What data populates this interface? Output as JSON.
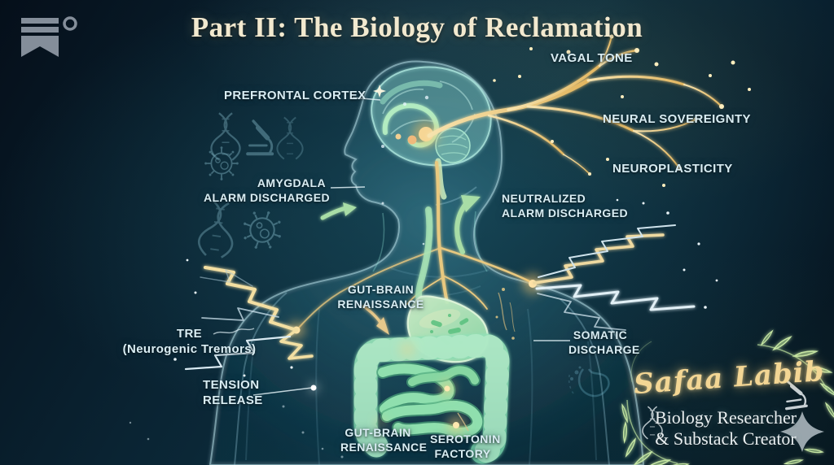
{
  "header": {
    "title": "Part II: The Biology of Reclamation"
  },
  "labels": {
    "prefrontal_cortex": "PREFRONTAL CORTEX",
    "amygdala_l1": "AMYGDALA",
    "amygdala_l2": "ALARM DISCHARGED",
    "vagal_tone": "VAGAL TONE",
    "neural_sovereignty": "NEURAL SOVEREIGNTY",
    "neuroplasticity": "NEUROPLASTICITY",
    "neutralized_l1": "NEUTRALIZED",
    "neutralized_l2": "ALARM DISCHARGED",
    "gut_brain_mid_l1": "GUT-BRAIN",
    "gut_brain_mid_l2": "RENAISSANCE",
    "tre_l1": "TRE",
    "tre_l2": "(Neurogenic Tremors)",
    "tension_l1": "TENSION",
    "tension_l2": "RELEASE",
    "somatic_l1": "SOMATIC",
    "somatic_l2": "DISCHARGE",
    "gut_brain_bottom_l1": "GUT-BRAIN",
    "gut_brain_bottom_l2": "RENAISSANCE",
    "serotonin_l1": "SEROTONIN",
    "serotonin_l2": "FACTORY"
  },
  "signature": {
    "name": "Safaa Labib",
    "role_l1": "Biology Researcher",
    "role_l2": "& Substack Creator"
  },
  "icons": {
    "bookmark": "bookmark-ribbon-icon",
    "dna": "dna-helix-icon",
    "microscope": "microscope-icon",
    "virus": "virus-cell-icon",
    "stomach": "stomach-icon",
    "laurel": "laurel-wreath-icon",
    "sparkle": "sparkle-diamond-icon"
  },
  "colors": {
    "background": "#0a2130",
    "accent_gold": "#f0d087",
    "accent_teal": "#8fdcae",
    "label_text": "#d9edf3",
    "title_text": "#f3ead0",
    "arrow_green": "#9cd9a2",
    "signature_gold": "#f3d694"
  }
}
